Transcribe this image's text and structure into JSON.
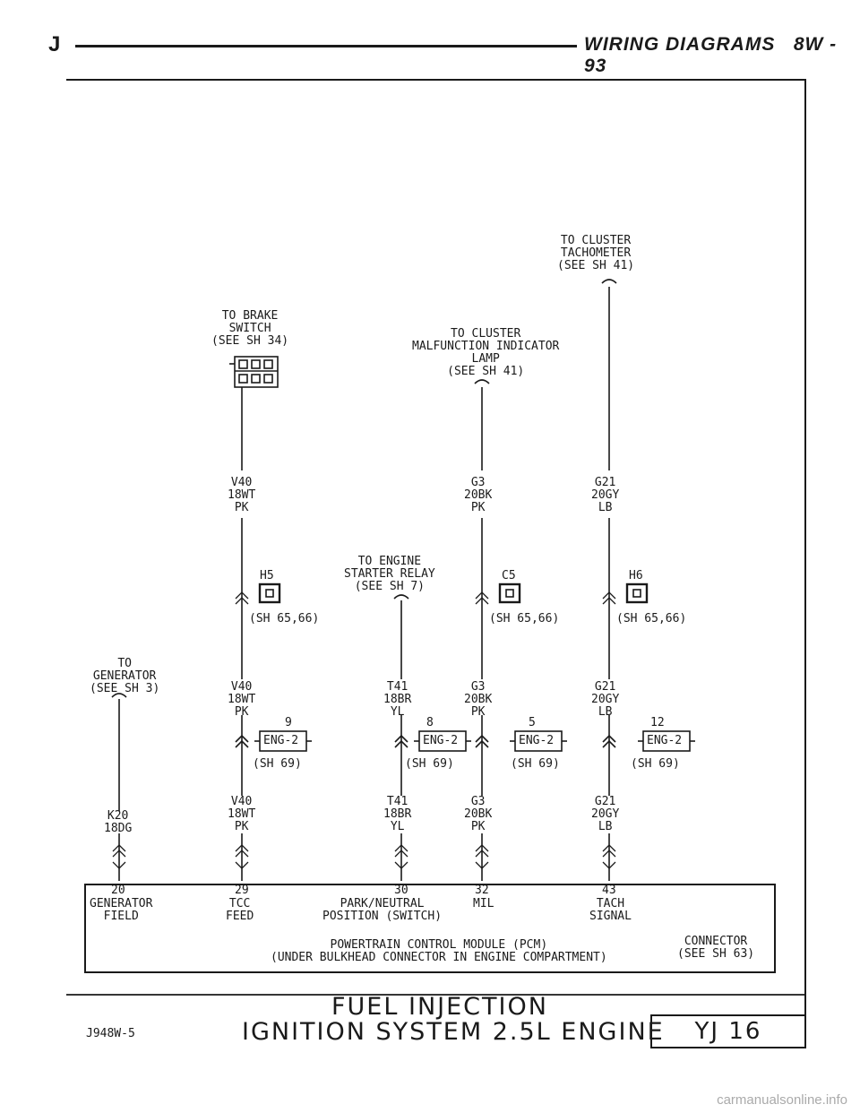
{
  "header": {
    "letter": "J",
    "title": "WIRING DIAGRAMS",
    "page": "8W - 93"
  },
  "top_labels": {
    "brake": [
      "TO BRAKE",
      "SWITCH",
      "(SEE SH 34)"
    ],
    "mil": [
      "TO CLUSTER",
      "MALFUNCTION INDICATOR",
      "LAMP",
      "(SEE SH 41)"
    ],
    "tach": [
      "TO CLUSTER",
      "TACHOMETER",
      "(SEE SH 41)"
    ],
    "starter": [
      "TO ENGINE",
      "STARTER RELAY",
      "(SEE SH 7)"
    ],
    "generator": [
      "TO",
      "GENERATOR",
      "(SEE SH 3)"
    ]
  },
  "wires": {
    "v40_a": [
      "V40",
      "18WT",
      "PK"
    ],
    "g3_a": [
      "G3",
      "20BK",
      "PK"
    ],
    "g21_a": [
      "G21",
      "20GY",
      "LB"
    ],
    "v40_b": [
      "V40",
      "18WT",
      "PK"
    ],
    "t41_b": [
      "T41",
      "18BR",
      "YL"
    ],
    "g3_b": [
      "G3",
      "20BK",
      "PK"
    ],
    "g21_b": [
      "G21",
      "20GY",
      "LB"
    ],
    "k20": [
      "K20",
      "18DG"
    ],
    "v40_c": [
      "V40",
      "18WT",
      "PK"
    ],
    "t41_c": [
      "T41",
      "18BR",
      "YL"
    ],
    "g3_c": [
      "G3",
      "20BK",
      "PK"
    ],
    "g21_c": [
      "G21",
      "20GY",
      "LB"
    ]
  },
  "splices": {
    "h5": "H5",
    "c5": "C5",
    "h6": "H6",
    "ref": "(SH 65,66)"
  },
  "eng2": {
    "name": "ENG-2",
    "ref": "(SH 69)",
    "pins": [
      "9",
      "8",
      "5",
      "12"
    ]
  },
  "pcm": {
    "pins": [
      {
        "num": "20",
        "name": "GENERATOR\nFIELD"
      },
      {
        "num": "29",
        "name": "TCC\nFEED"
      },
      {
        "num": "30",
        "name": "PARK/NEUTRAL\nPOSITION (SWITCH)"
      },
      {
        "num": "32",
        "name": "MIL"
      },
      {
        "num": "43",
        "name": "TACH\nSIGNAL"
      }
    ],
    "title": [
      "POWERTRAIN CONTROL MODULE (PCM)",
      "(UNDER BULKHEAD CONNECTOR IN ENGINE COMPARTMENT)"
    ],
    "connector": [
      "CONNECTOR",
      "(SEE SH 63)"
    ]
  },
  "footer": {
    "line1": "FUEL INJECTION",
    "line2": "IGNITION SYSTEM 2.5L ENGINE",
    "code": "J948W-5",
    "sheet": "YJ 16"
  },
  "watermark": "carmanualsonline.info"
}
